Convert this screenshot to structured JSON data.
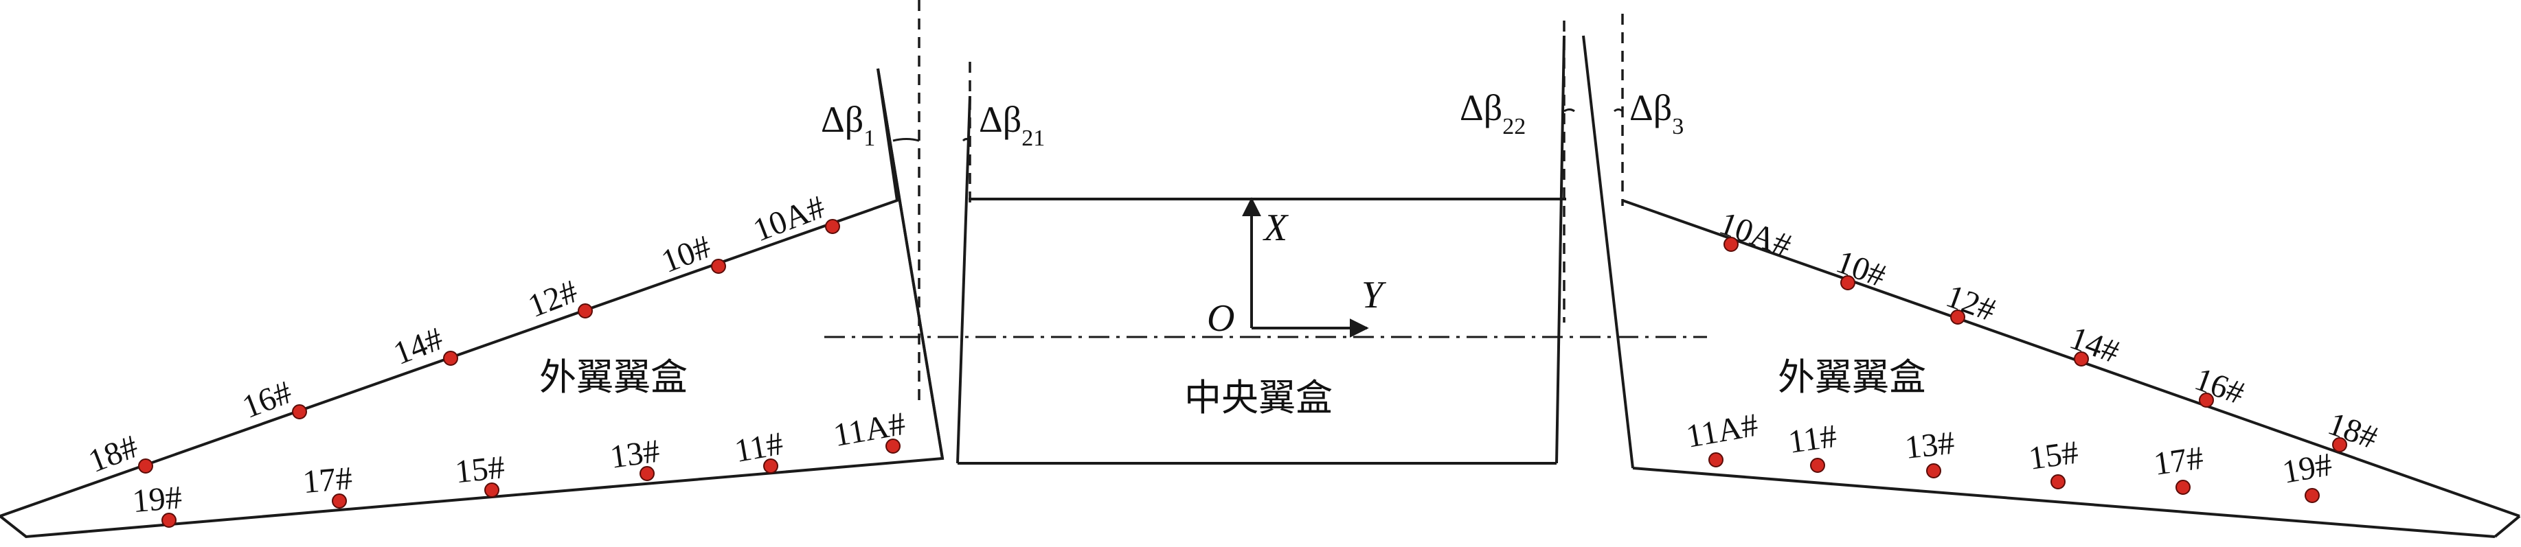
{
  "colors": {
    "line": "#1a1a1a",
    "point": "#d42a22",
    "point_stroke": "#5a0c08"
  },
  "labels": {
    "left_box": "外翼翼盒",
    "center_box": "中央翼盒",
    "right_box": "外翼翼盒",
    "delta_beta_1": "Δβ",
    "delta_beta_1_sub": "1",
    "delta_beta_21": "Δβ",
    "delta_beta_21_sub": "21",
    "delta_beta_22": "Δβ",
    "delta_beta_22_sub": "22",
    "delta_beta_3": "Δβ",
    "delta_beta_3_sub": "3",
    "axis_x": "X",
    "axis_y": "Y",
    "origin": "O"
  },
  "left_points": {
    "upper": [
      "10A#",
      "10#",
      "12#",
      "14#",
      "16#",
      "18#"
    ],
    "lower": [
      "11A#",
      "11#",
      "13#",
      "15#",
      "17#",
      "19#"
    ]
  },
  "right_points": {
    "upper": [
      "10A#",
      "10#",
      "12#",
      "14#",
      "16#",
      "18#"
    ],
    "lower": [
      "11A#",
      "11#",
      "13#",
      "15#",
      "17#",
      "19#"
    ]
  }
}
